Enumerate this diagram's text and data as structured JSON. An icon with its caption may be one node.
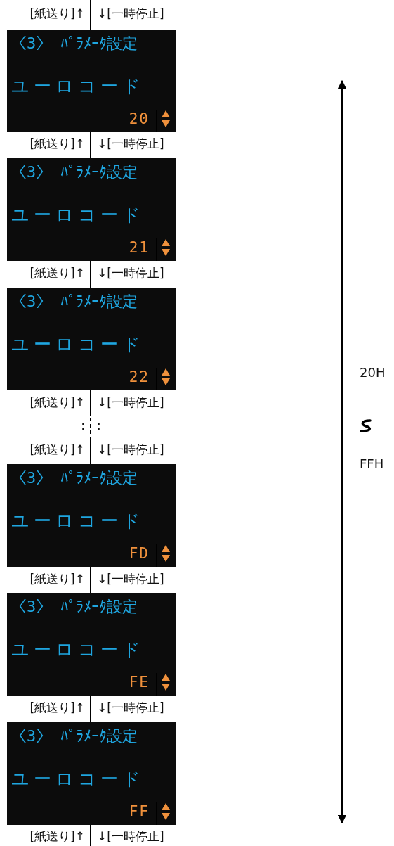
{
  "diagram": {
    "nodes": [
      {
        "text": [
          "〈3〉 ﾊﾟﾗﾒｰﾀ設定",
          "ユーロコード",
          "20"
        ]
      },
      {
        "text": [
          "〈3〉 ﾊﾟﾗﾒｰﾀ設定",
          "ユーロコード",
          "21"
        ]
      },
      {
        "text": [
          "〈3〉 ﾊﾟﾗﾒｰﾀ設定",
          "ユーロコード",
          "22"
        ]
      },
      {
        "text": [
          "〈3〉 ﾊﾟﾗﾒｰﾀ設定",
          "ユーロコード",
          "FD"
        ]
      },
      {
        "text": [
          "〈3〉 ﾊﾟﾗﾒｰﾀ設定",
          "ユーロコード",
          "FE"
        ]
      },
      {
        "text": [
          "〈3〉 ﾊﾟﾗﾒｰﾀ設定",
          "ユーロコード",
          "FF"
        ]
      }
    ],
    "labels": [
      "[紙送り]↑",
      "↓[一時停止]",
      "[紙送り]↑",
      "↓[一時停止]",
      "[紙送り]↑",
      "↓[一時停止]",
      "[紙送り]↑",
      "↓[一時停止]",
      ":",
      ":",
      "[紙送り]↑",
      "↓[一時停止]",
      "[紙送り]↑",
      "↓[一時停止]",
      "[紙送り]↑",
      "↓[一時停止]",
      "[紙送り]↑",
      "↓[一時停止]",
      "20H",
      "FFH"
    ]
  }
}
